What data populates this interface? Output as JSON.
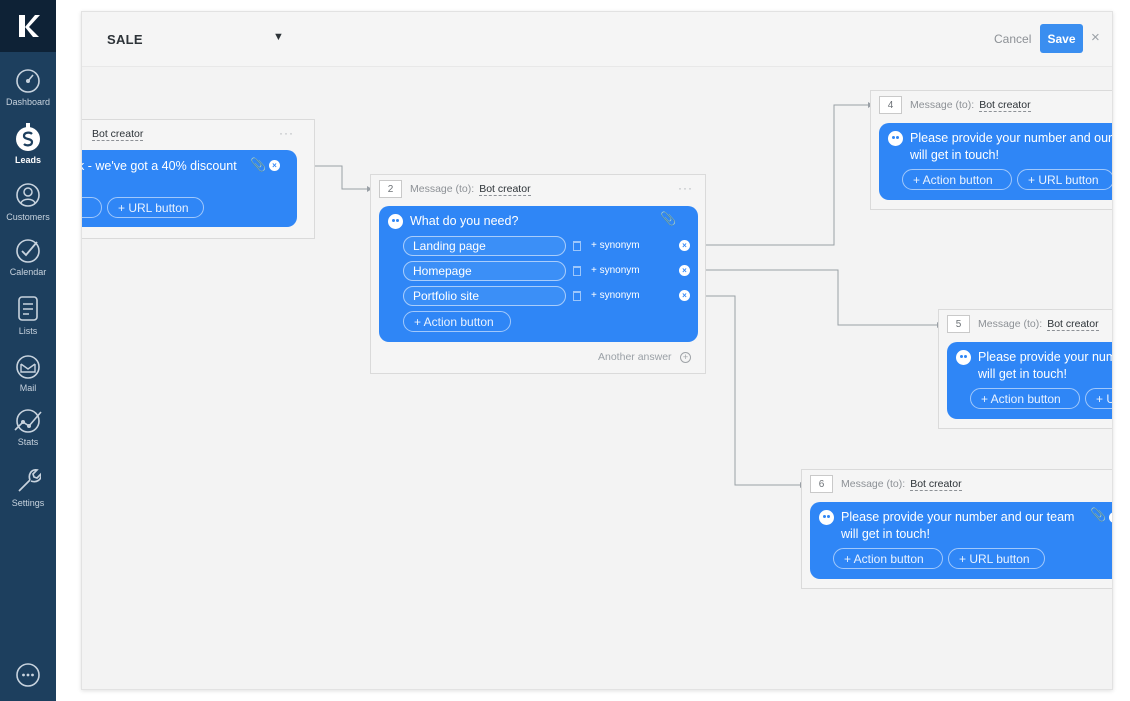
{
  "sidebar": {
    "items": [
      {
        "label": "Dashboard",
        "icon": "dashboard-icon"
      },
      {
        "label": "Leads",
        "icon": "leads-icon",
        "active": true
      },
      {
        "label": "Customers",
        "icon": "customers-icon"
      },
      {
        "label": "Calendar",
        "icon": "calendar-icon"
      },
      {
        "label": "Lists",
        "icon": "lists-icon"
      },
      {
        "label": "Mail",
        "icon": "mail-icon"
      },
      {
        "label": "Stats",
        "icon": "stats-icon"
      },
      {
        "label": "Settings",
        "icon": "settings-icon"
      }
    ]
  },
  "topbar": {
    "pipeline": "SALE",
    "cancel_label": "Cancel",
    "save_label": "Save",
    "close_label": "×"
  },
  "colors": {
    "accent": "#2f86f6",
    "sidebar": "#1d3f5e"
  },
  "cards": {
    "c1": {
      "bot": "Bot creator",
      "text": "k - we've got a 40% discount",
      "btn_action": "tton",
      "btn_url": "+ URL button"
    },
    "c2": {
      "num": "2",
      "prefix": "Message (to):",
      "bot": "Bot creator",
      "question": "What do you need?",
      "options": [
        "Landing page",
        "Homepage",
        "Portfolio site"
      ],
      "synonym": "+ synonym",
      "action_button": "+ Action button",
      "another_answer": "Another answer"
    },
    "c4": {
      "num": "4",
      "prefix": "Message (to):",
      "bot": "Bot creator",
      "text1": "Please provide your number and our te",
      "text2": "will get in touch!",
      "btn_action": "+ Action button",
      "btn_url": "+ URL button"
    },
    "c5": {
      "num": "5",
      "prefix": "Message (to):",
      "bot": "Bot creator",
      "text1": "Please provide your numb",
      "text2": "will get in touch!",
      "btn_action": "+ Action button",
      "btn_url": "+ U"
    },
    "c6": {
      "num": "6",
      "prefix": "Message (to):",
      "bot": "Bot creator",
      "text1": "Please provide your number and our team",
      "text2": "will get in touch!",
      "btn_action": "+ Action button",
      "btn_url": "+ URL button"
    }
  }
}
